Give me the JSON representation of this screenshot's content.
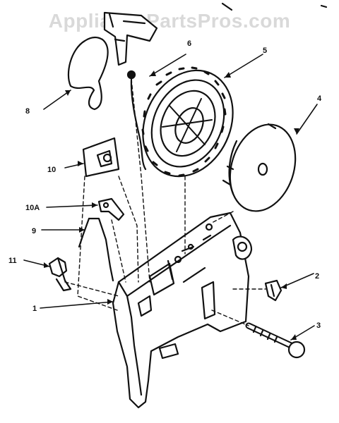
{
  "watermark": "AppliancePartsPros.com",
  "callouts": [
    {
      "id": "1",
      "text": "1"
    },
    {
      "id": "2",
      "text": "2"
    },
    {
      "id": "3",
      "text": "3"
    },
    {
      "id": "4",
      "text": "4"
    },
    {
      "id": "5",
      "text": "5"
    },
    {
      "id": "6",
      "text": "6"
    },
    {
      "id": "8",
      "text": "8"
    },
    {
      "id": "9",
      "text": "9"
    },
    {
      "id": "10",
      "text": "10"
    },
    {
      "id": "10A",
      "text": "10A"
    },
    {
      "id": "11",
      "text": "11"
    }
  ],
  "colors": {
    "ink": "#111111",
    "watermark": "#d9d9d9",
    "background": "#ffffff"
  }
}
